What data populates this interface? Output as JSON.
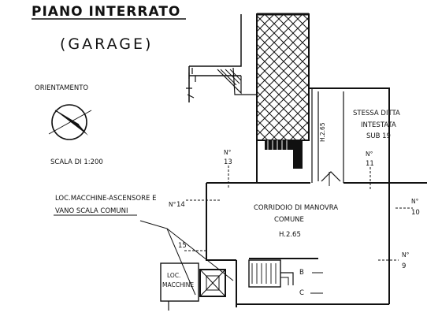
{
  "title": "PIANO INTERRATO",
  "subtitle": "(GARAGE)",
  "orientation_label": "ORIENTAMENTO",
  "scale_label": "SCALA DI 1:200",
  "labels": {
    "same_company": "STESSA DITTA",
    "registered": "INTESTATA",
    "sub": "SUB 19",
    "corridor_line1": "CORRIDOIO DI MANOVRA",
    "corridor_line2": "COMUNE",
    "corridor_height": "H.2.65",
    "room_height": "H.2.65",
    "machine_room_line1": "LOC.MACCHINE-ASCENSORE E",
    "machine_room_line2": "VANO SCALA COMUNI",
    "loc_machine_line1": "LOC.",
    "loc_machine_line2": "MACCHINE",
    "letter_b": "B",
    "letter_c": "C"
  },
  "markers": [
    {
      "id": "13",
      "label": "13"
    },
    {
      "id": "14",
      "label": "14"
    },
    {
      "id": "15",
      "label": "15"
    },
    {
      "id": "11",
      "label": "11"
    },
    {
      "id": "10",
      "label": "10"
    },
    {
      "id": "9",
      "label": "9"
    }
  ],
  "marker_prefix": "N°"
}
